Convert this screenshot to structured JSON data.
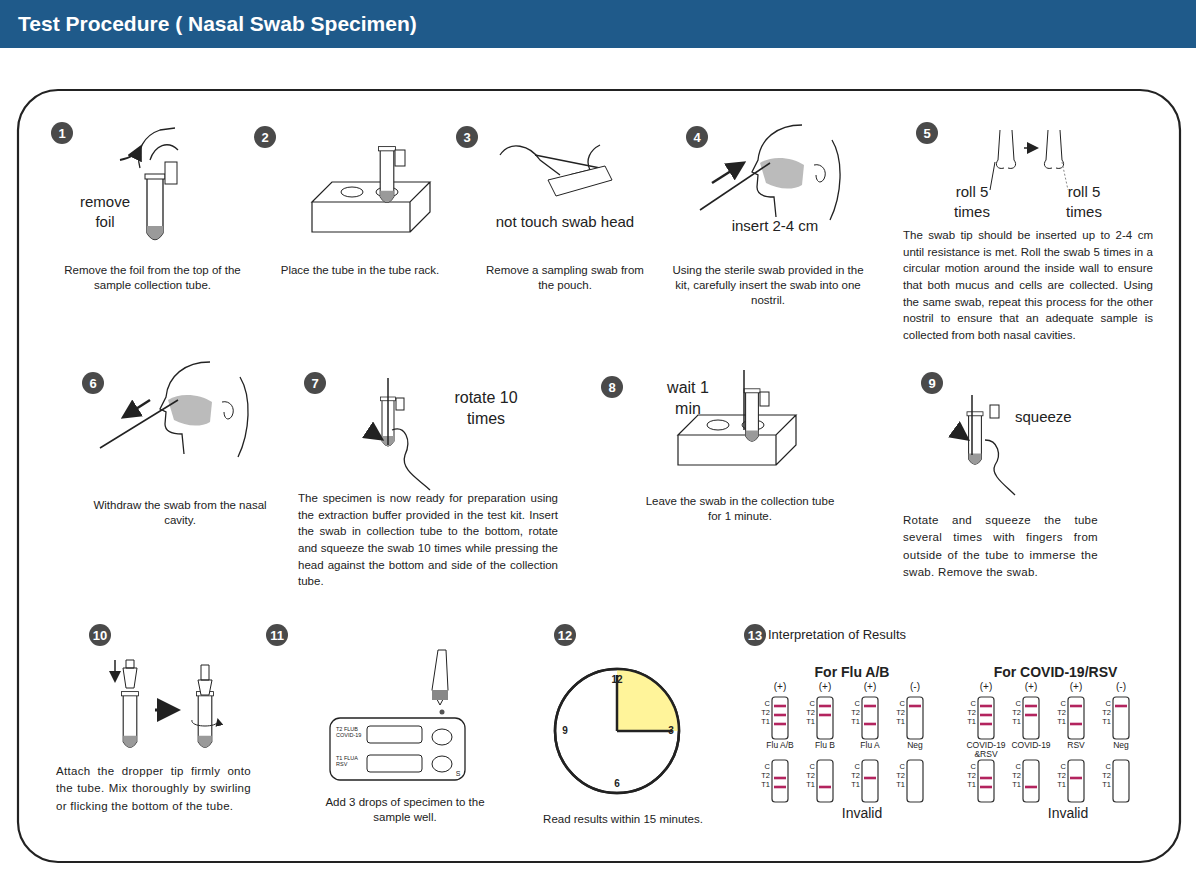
{
  "diagram": {
    "title": "Test Procedure  ( Nasal Swab Specimen)",
    "nodes": [
      {
        "text": [
          "1"
        ]
      },
      {
        "text": [
          "2"
        ]
      },
      {
        "text": [
          "3"
        ]
      },
      {
        "text": [
          "4"
        ]
      },
      {
        "text": [
          "5"
        ]
      },
      {
        "text": [
          "6"
        ]
      },
      {
        "text": [
          "7"
        ]
      },
      {
        "text": [
          "8"
        ]
      },
      {
        "text": [
          "9"
        ]
      },
      {
        "text": [
          "10"
        ]
      },
      {
        "text": [
          "11"
        ]
      },
      {
        "text": [
          "12"
        ]
      },
      {
        "text": [
          "13"
        ]
      }
    ],
    "labels": [
      "remove foil",
      "Remove the foil from the top of the sample collection tube.",
      "Place the tube in the tube rack.",
      "not touch swab head",
      "Remove a sampling swab from the pouch.",
      "insert 2-4 cm",
      "Using the sterile swab provided in the kit, carefully insert the swab into one nostril.",
      "roll 5 times",
      "roll 5 times",
      "The swab tip should be inserted up to 2-4 cm until resistance is met. Roll the swab 5 times in a circular motion around the inside wall to ensure that both mucus and cells are collected. Using the same swab, repeat this process for the other nostril to ensure that an adequate sample is collected from both nasal cavities.",
      "Withdraw the swab from the nasal cavity.",
      "The specimen is now ready for preparation using the extraction buffer provided in the test kit. Insert the swab in collection tube to the bottom, rotate and squeeze the swab 10 times while pressing the head against the bottom and side of the collection tube.",
      "rotate 10 times",
      "Leave the swab in the collection tube for 1 minute.",
      "wait 1 min",
      "squeeze",
      "Rotate and squeeze the tube several times with fingers from outside of the tube to immerse the swab. Remove the swab.",
      "Attach the dropper tip firmly onto the tube. Mix thoroughly by swirling or flicking the bottom of the tube.",
      "Add 3 drops of specimen to the sample well.",
      "12",
      "3",
      "6",
      "9",
      "Read results within 15 minutes.",
      "Interpretation of Results",
      "For Flu A/B",
      "For COVID-19/RSV",
      "(+)",
      "(+)",
      "(+)",
      "(-)",
      "(+)",
      "(+)",
      "(+)",
      "(-)",
      "Flu A/B",
      "Flu B",
      "Flu A",
      "Neg",
      "COVID-19 &RSV",
      "COVID-19",
      "RSV",
      "Neg",
      "Invalid",
      "Invalid",
      "C",
      "T2",
      "T1",
      "C",
      "T2",
      "T1",
      "C",
      "T2",
      "T1",
      "C",
      "T2",
      "T1",
      "C",
      "T2",
      "T1",
      "C",
      "T2",
      "T1",
      "C",
      "T2",
      "T1",
      "C",
      "T2",
      "T1",
      "C",
      "T2",
      "T1",
      "C",
      "T2",
      "T1",
      "C",
      "T2",
      "T1",
      "C",
      "T2",
      "T1",
      "C",
      "T2",
      "T1",
      "C",
      "T2",
      "T1",
      "C",
      "T2",
      "T1",
      "C",
      "T2",
      "T1",
      "T2 FLUB COVID-19",
      "T1 FLUA RSV",
      "S"
    ]
  }
}
